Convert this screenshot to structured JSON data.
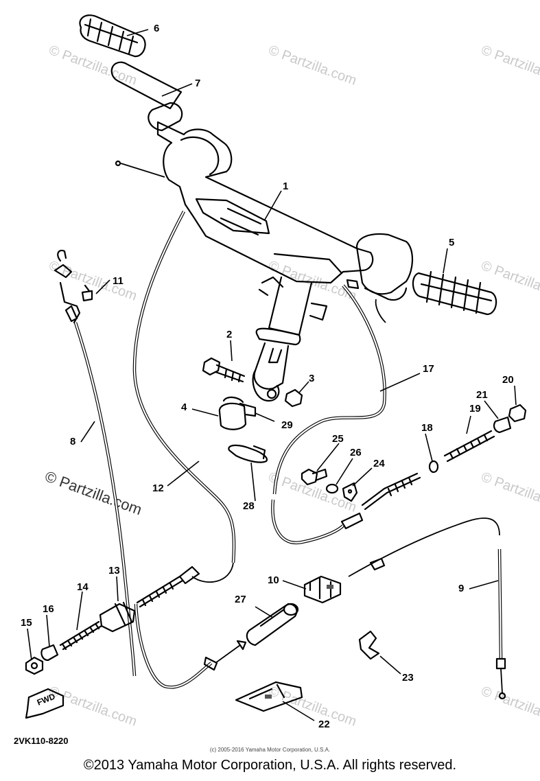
{
  "watermarks": [
    "© Partzilla.com",
    "© Partzilla.com",
    "© Partzilla.com",
    "© Partzilla.com",
    "© Partzilla.com",
    "© Partzilla.com",
    "© Partzilla.com",
    "© Partzilla.com",
    "© Partzilla.com",
    "© Partzilla.com",
    "© Partzilla.com",
    "© Partzilla.com"
  ],
  "callouts": [
    "1",
    "2",
    "3",
    "4",
    "5",
    "6",
    "7",
    "8",
    "9",
    "10",
    "11",
    "12",
    "13",
    "14",
    "15",
    "16",
    "17",
    "18",
    "19",
    "20",
    "21",
    "22",
    "23",
    "24",
    "25",
    "26",
    "27",
    "28",
    "29"
  ],
  "fwd_label": "FWD",
  "diagram_code": "2VK110-8220",
  "small_copyright": "(c) 2005-2016 Yamaha Motor Corporation, U.S.A.",
  "footer_copyright": "©2013 Yamaha Motor Corporation, U.S.A. All rights reserved."
}
